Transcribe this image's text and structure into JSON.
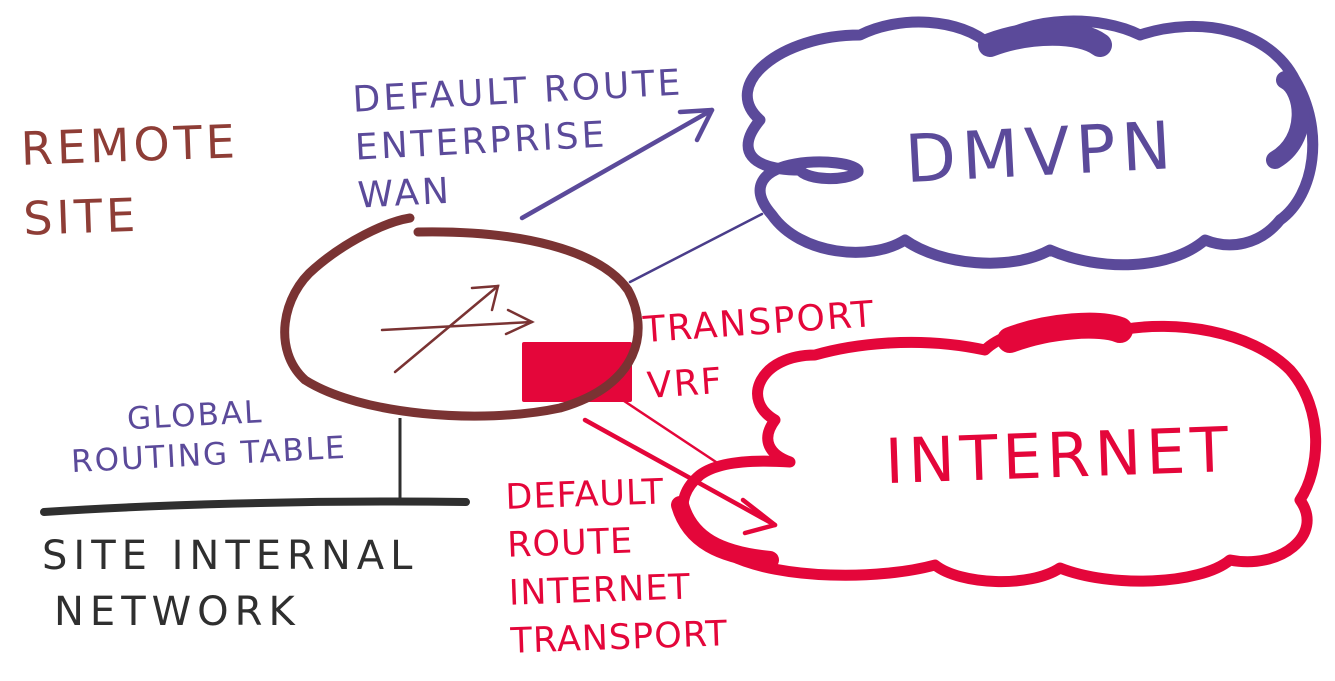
{
  "colors": {
    "site": "#8e3d36",
    "router": "#7a3333",
    "wan": "#5b4a9a",
    "internet": "#e4063a",
    "network": "#2f2f2f",
    "line": "#4a3d8a"
  },
  "labels": {
    "remote_site": [
      "REMOTE",
      "SITE"
    ],
    "default_route_wan": [
      "DEFAULT ROUTE",
      "ENTERPRISE",
      "WAN"
    ],
    "global_routing_table": [
      "GLOBAL",
      "ROUTING TABLE"
    ],
    "site_internal_network": [
      "SITE INTERNAL",
      "NETWORK"
    ],
    "transport_vrf": [
      "TRANSPORT",
      "VRF"
    ],
    "default_route_internet": [
      "DEFAULT",
      "ROUTE",
      "INTERNET",
      "TRANSPORT"
    ],
    "dmvpn": "DMVPN",
    "internet": "INTERNET"
  },
  "icons": {
    "router": "router-icon",
    "cloud_wan": "cloud-icon",
    "cloud_internet": "cloud-icon"
  }
}
